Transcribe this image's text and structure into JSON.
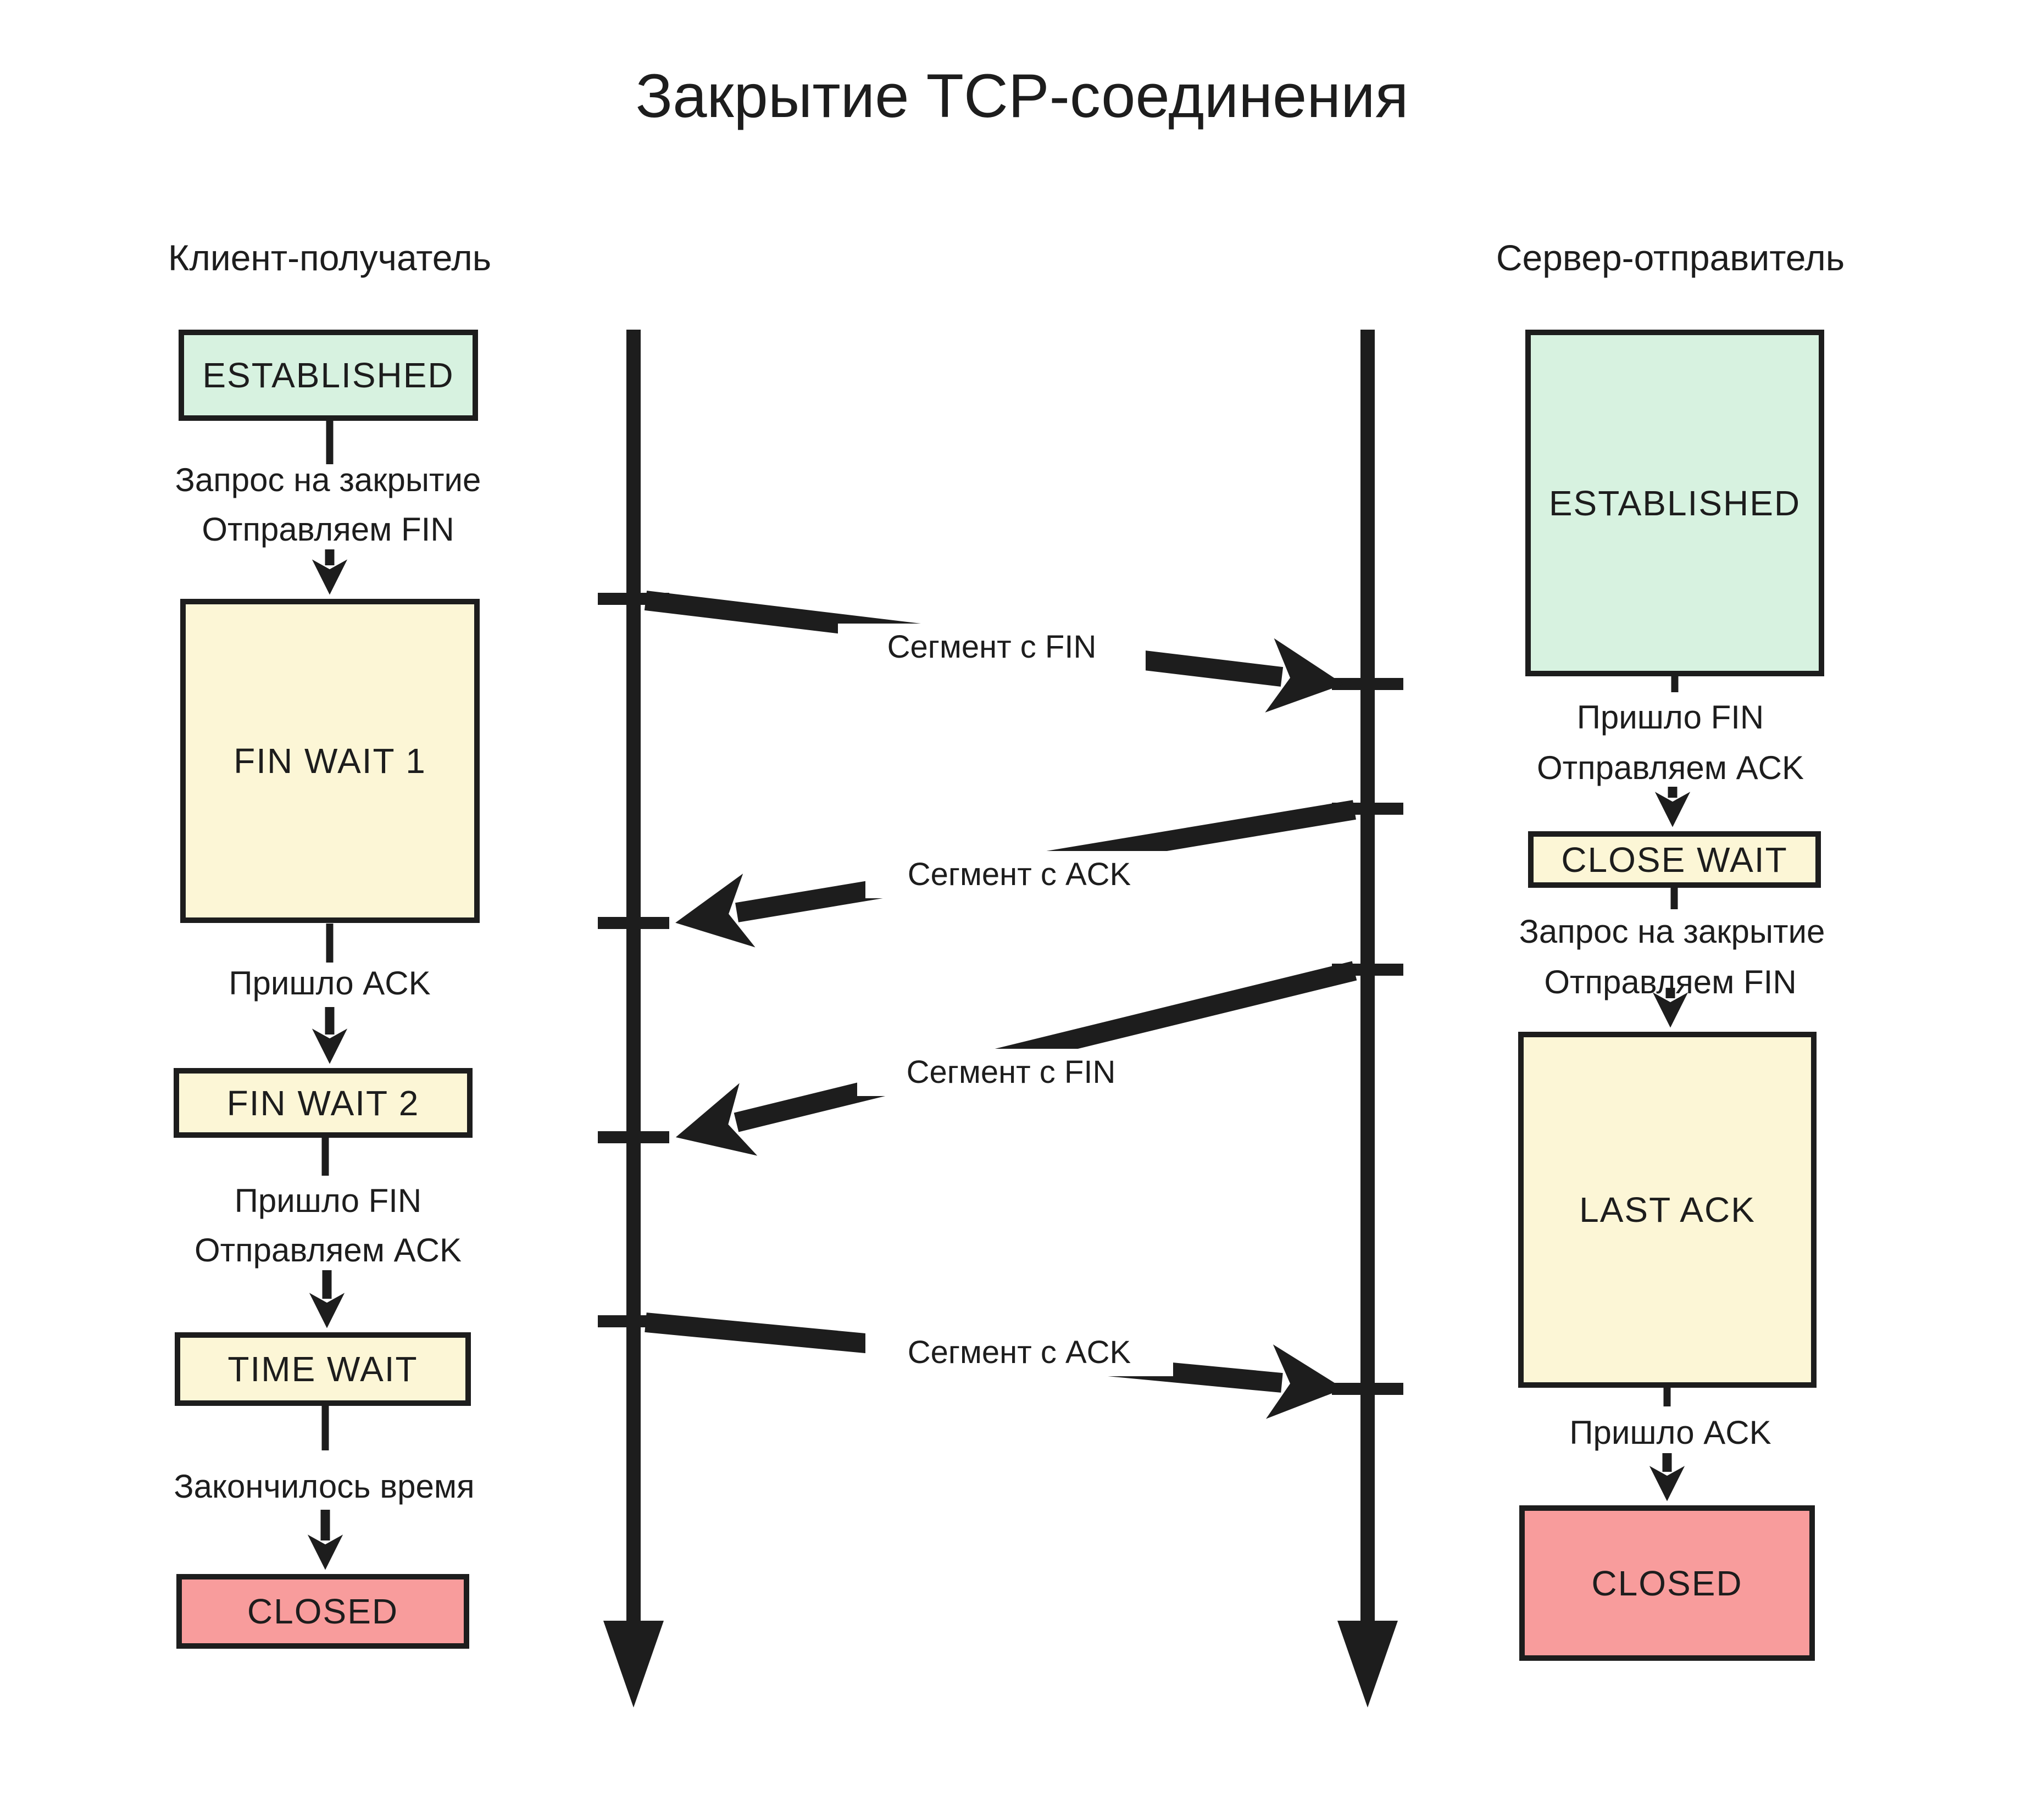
{
  "title": "Закрытие TCP-соединения",
  "client": {
    "header": "Клиент-получатель",
    "states": {
      "established": "ESTABLISHED",
      "fin_wait_1": "FIN WAIT 1",
      "fin_wait_2": "FIN WAIT 2",
      "time_wait": "TIME WAIT",
      "closed": "CLOSED"
    },
    "transitions": {
      "close_request_line1": "Запрос на закрытие",
      "close_request_line2": "Отправляем FIN",
      "ack_received": "Пришло ACK",
      "fin_received_line1": "Пришло FIN",
      "fin_received_line2": "Отправляем ACK",
      "time_expired": "Закончилось время"
    }
  },
  "server": {
    "header": "Сервер-отправитель",
    "states": {
      "established": "ESTABLISHED",
      "close_wait": "CLOSE WAIT",
      "last_ack": "LAST ACK",
      "closed": "CLOSED"
    },
    "transitions": {
      "fin_received_line1": "Пришло FIN",
      "fin_received_line2": "Отправляем ACK",
      "close_request_line1": "Запрос на закрытие",
      "close_request_line2": "Отправляем FIN",
      "ack_received": "Пришло ACK"
    }
  },
  "messages": {
    "segment_fin_1": "Сегмент с FIN",
    "segment_ack_1": "Сегмент с ACK",
    "segment_fin_2": "Сегмент с FIN",
    "segment_ack_2": "Сегмент с ACK"
  },
  "colors": {
    "established": "#d7f2e0",
    "wait": "#fcf6d6",
    "closed": "#f89c9c",
    "ink": "#1d1d1d"
  }
}
